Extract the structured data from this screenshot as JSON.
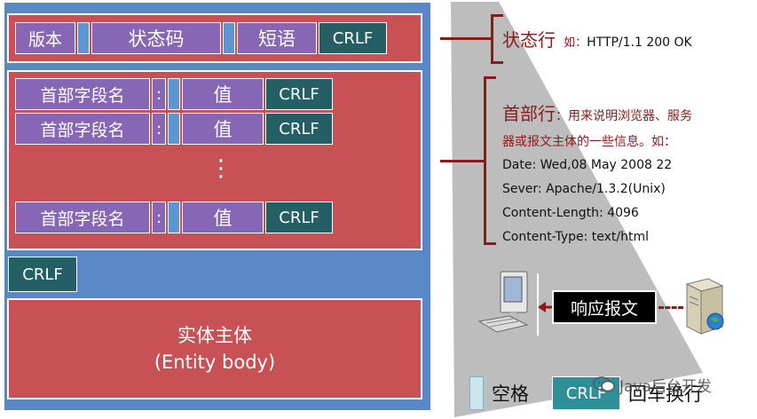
{
  "status_line": {
    "version": "版本",
    "status_code": "状态码",
    "reason": "短语",
    "crlf": "CRLF"
  },
  "header_rows": [
    {
      "name": "首部字段名",
      "colon": ":",
      "value": "值",
      "crlf": "CRLF"
    },
    {
      "name": "首部字段名",
      "colon": ":",
      "value": "值",
      "crlf": "CRLF"
    },
    {
      "name": "首部字段名",
      "colon": ":",
      "value": "值",
      "crlf": "CRLF"
    }
  ],
  "ellipsis": "⋮",
  "blank_crlf": "CRLF",
  "body": {
    "line1": "实体主体",
    "line2": "(Entity body)"
  },
  "annot_status": {
    "title": "状态行",
    "prefix": "如：",
    "example": "HTTP/1.1 200 OK"
  },
  "annot_header": {
    "title": "首部行",
    "desc1": "：用来说明浏览器、服务",
    "desc2": "器或报文主体的一些信息。如：",
    "lines": [
      "Date:  Wed,08 May 2008 22",
      "Sever:  Apache/1.3.2(Unix)",
      "Content-Length:  4096",
      "Content-Type:  text/html"
    ]
  },
  "response_label": "响应报文",
  "legend": {
    "space": "空格",
    "crlf_box": "CRLF",
    "crlf_label": "回车换行"
  },
  "watermark": "Java后台开发",
  "colors": {
    "frame": "#5a87c6",
    "band": "#c75154",
    "purple": "#8767b5",
    "teal": "#235f64",
    "dark_red": "#8b1a1a",
    "funnel": "#bdbdbd"
  }
}
